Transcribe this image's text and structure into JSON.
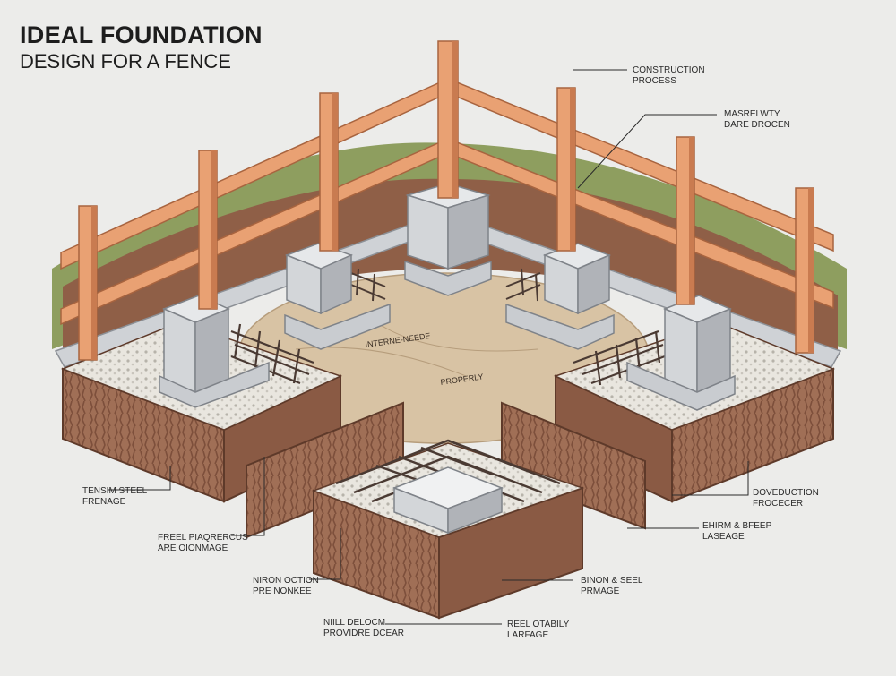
{
  "title": {
    "line1": "IDEAL FOUNDATION",
    "line2": "DESIGN FOR A FENCE"
  },
  "center_labels": [
    "INTERNE-NEEDE",
    "PROPERLY"
  ],
  "labels": {
    "construction_process": [
      "CONSTRUCTION",
      "PROCESS"
    ],
    "masonry_dark": [
      "MASRELWTY",
      "DARE DROCEN"
    ],
    "tension_steel": [
      "TENSIM STEEL",
      "FRENAGE"
    ],
    "fixed_drainage": [
      "FREEL PIAQRERCUS",
      "ARE OIONMAGE"
    ],
    "nixon_option": [
      "NIRON OCTION",
      "PRE NONKEE"
    ],
    "niill_drainage": [
      "NIILL DELOCM",
      "PROVIDRE DCEAR"
    ],
    "deduction_process": [
      "DOVEDUCTION",
      "FROCECER"
    ],
    "earth_deep": [
      "EHIRM & BFEEP",
      "LASEAGE"
    ],
    "iron_steel": [
      "BINON & SEEL",
      "PRMAGE"
    ],
    "reel_orally": [
      "REEL OTABILY",
      "LARFAGE"
    ]
  },
  "colors": {
    "background": "#ececea",
    "wood": "#e9a173",
    "wood_dark": "#c97b50",
    "grass": "#8e9e5f",
    "soil": "#9a6a52",
    "soil_dark": "#6e4433",
    "concrete": "#d7d9dc",
    "concrete_dark": "#a9acb1",
    "rebar": "#4a3a33",
    "sand": "#d8c3a4"
  },
  "icons": [
    "fence-post",
    "concrete-footing",
    "rebar-cage",
    "soil-block",
    "gravel"
  ]
}
